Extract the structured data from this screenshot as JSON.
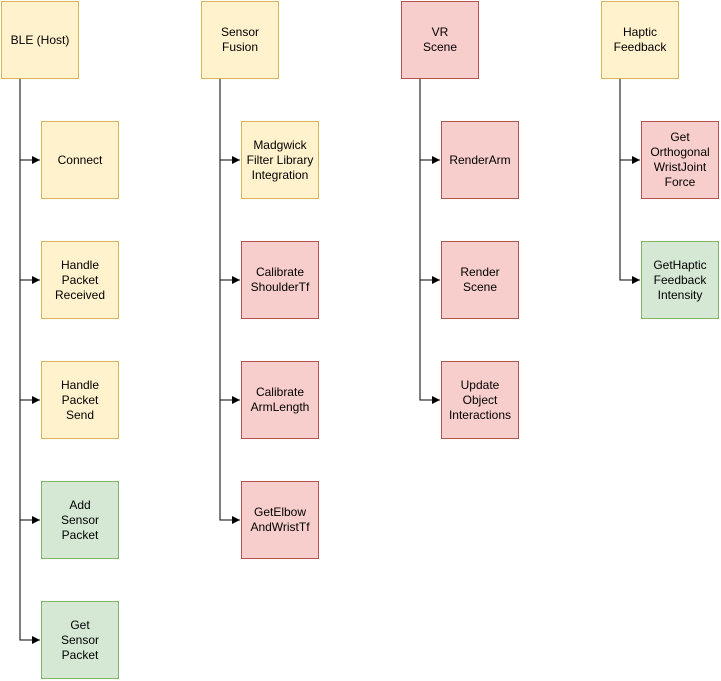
{
  "columns": [
    {
      "header": {
        "label": "BLE (Host)",
        "color": "yellow"
      },
      "children": [
        {
          "label": "Connect",
          "color": "yellow"
        },
        {
          "label": "Handle\nPacket\nReceived",
          "color": "yellow"
        },
        {
          "label": "Handle\nPacket\nSend",
          "color": "yellow"
        },
        {
          "label": "Add\nSensor\nPacket",
          "color": "green"
        },
        {
          "label": "Get\nSensor\nPacket",
          "color": "green"
        }
      ]
    },
    {
      "header": {
        "label": "Sensor\nFusion",
        "color": "yellow"
      },
      "children": [
        {
          "label": "Madgwick\nFilter Library\nIntegration",
          "color": "yellow"
        },
        {
          "label": "Calibrate\nShoulderTf",
          "color": "red"
        },
        {
          "label": "Calibrate\nArmLength",
          "color": "red"
        },
        {
          "label": "GetElbow\nAndWristTf",
          "color": "red"
        }
      ]
    },
    {
      "header": {
        "label": "VR\nScene",
        "color": "red"
      },
      "children": [
        {
          "label": "RenderArm",
          "color": "red"
        },
        {
          "label": "Render\nScene",
          "color": "red"
        },
        {
          "label": "Update\nObject\nInteractions",
          "color": "red"
        }
      ]
    },
    {
      "header": {
        "label": "Haptic\nFeedback",
        "color": "yellow"
      },
      "children": [
        {
          "label": "Get\nOrthogonal\nWristJoint\nForce",
          "color": "red"
        },
        {
          "label": "GetHaptic\nFeedback\nIntensity",
          "color": "green"
        }
      ]
    }
  ],
  "colors": {
    "yellow_fill": "#fff2cc",
    "yellow_stroke": "#d6b656",
    "red_fill": "#f8cecc",
    "red_stroke": "#b85450",
    "green_fill": "#d5e8d4",
    "green_stroke": "#82b366",
    "connector": "#000000"
  }
}
